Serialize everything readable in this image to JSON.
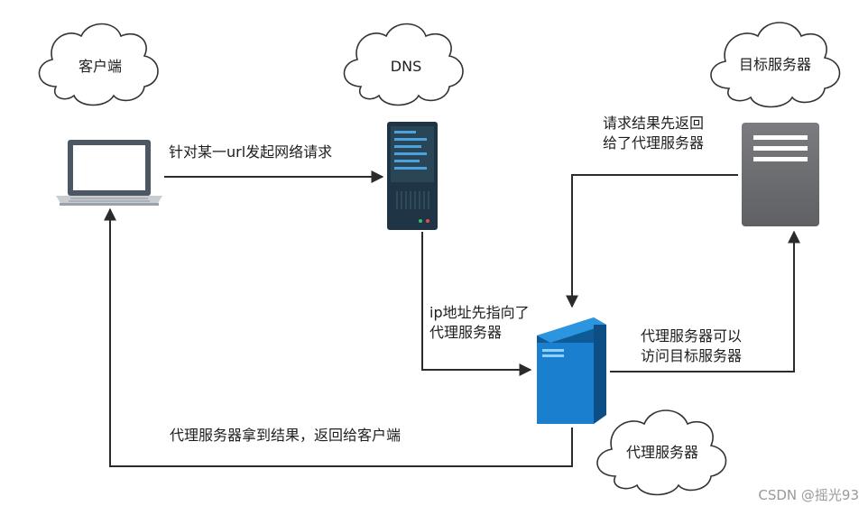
{
  "nodes": {
    "client": {
      "label": "客户端",
      "icon": "laptop-icon"
    },
    "dns": {
      "label": "DNS",
      "icon": "server-rack-icon"
    },
    "target": {
      "label": "目标服务器",
      "icon": "server-icon"
    },
    "proxy": {
      "label": "代理服务器",
      "icon": "server-tower-icon"
    }
  },
  "edges": {
    "client_to_dns": "针对某一url发起网络请求",
    "dns_to_proxy_line1": "ip地址先指向了",
    "dns_to_proxy_line2": "代理服务器",
    "proxy_to_target_line1": "代理服务器可以",
    "proxy_to_target_line2": "访问目标服务器",
    "target_to_proxy_line1": "请求结果先返回",
    "target_to_proxy_line2": "给了代理服务器",
    "proxy_to_client": "代理服务器拿到结果，返回给客户端"
  },
  "watermark": "CSDN @摇光93",
  "colors": {
    "line": "#2b2b2b",
    "cloud_stroke": "#333333",
    "dns_body": "#1f3545",
    "dns_bars": "#4aa3df",
    "proxy_front": "#1a7fcf",
    "proxy_side": "#0f5b98",
    "target_body": "#6d6e71"
  }
}
